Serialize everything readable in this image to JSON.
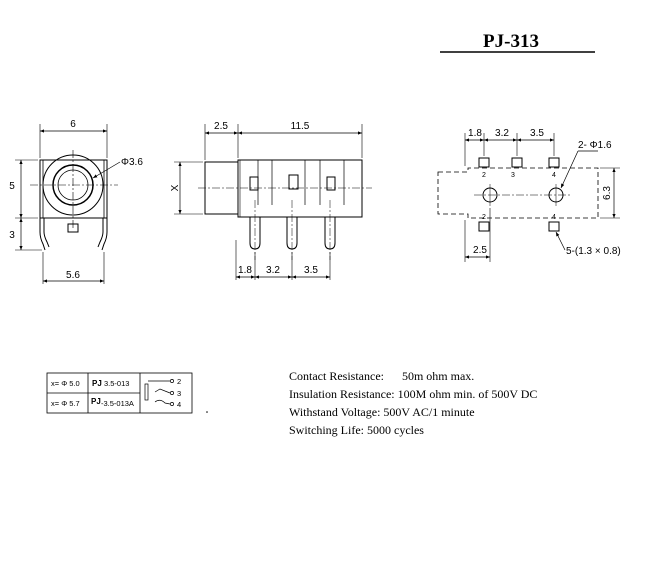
{
  "title": "PJ-313",
  "front_view": {
    "width_top": "6",
    "hole_dia": "Φ3.6",
    "height_upper": "5",
    "height_lower": "3",
    "width_bottom": "5.6"
  },
  "side_view": {
    "front_offset": "2.5",
    "body_length": "11.5",
    "height_label": "X",
    "pin_pitch_1": "1.8",
    "pin_pitch_2": "3.2",
    "pin_pitch_3": "3.5"
  },
  "footprint": {
    "pitch_1": "1.8",
    "pitch_2": "3.2",
    "pitch_3": "3.5",
    "hole_label": "2- Φ1.6",
    "height": "6.3",
    "bottom_offset": "2.5",
    "pad_label": "5-(1.3 × 0.8)",
    "pin_labels": {
      "p2_top": "2",
      "p3_top": "3",
      "p4_top": "4",
      "p2_bottom": "2",
      "p4_bottom": "4"
    }
  },
  "variant_table": {
    "rows": [
      {
        "x": "x= Φ 5.0",
        "model_prefix": "PJ",
        "model_suffix": "3.5-013"
      },
      {
        "x": "x= Φ 5.7",
        "model_prefix": "PJ",
        "model_suffix": "-3.5-013A"
      }
    ],
    "schematic_pins": [
      "2",
      "3",
      "4"
    ]
  },
  "specs": [
    "Contact Resistance:      50m ohm max.",
    "Insulation Resistance: 100M ohm min. of 500V DC",
    "Withstand Voltage: 500V AC/1 minute",
    "Switching Life: 5000 cycles"
  ]
}
